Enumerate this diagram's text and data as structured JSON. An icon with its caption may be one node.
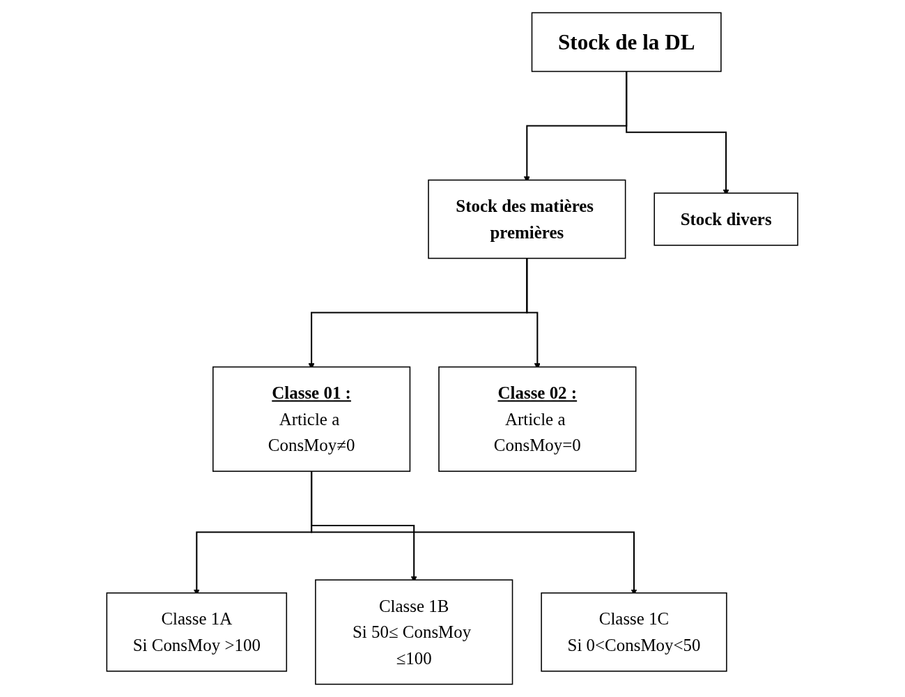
{
  "diagram": {
    "nodes": [
      {
        "text": [
          "Stock de la DL"
        ]
      },
      {
        "text": [
          "Stock des matières premières"
        ]
      },
      {
        "text": [
          "Stock divers"
        ]
      },
      {
        "text": [
          "Classe 01 :",
          "Article a ConsMoy≠0"
        ]
      },
      {
        "text": [
          "Classe 02 :",
          "Article a ConsMoy=0"
        ]
      },
      {
        "text": [
          "Classe 1A",
          "Si ConsMoy >100"
        ]
      },
      {
        "text": [
          "Classe 1B",
          "Si 50≤ ConsMoy ≤100"
        ]
      },
      {
        "text": [
          "Classe 1C",
          "Si 0<ConsMoy<50"
        ]
      }
    ],
    "edges": [
      {
        "from": 0,
        "to": 1,
        "arrow": "to"
      },
      {
        "from": 0,
        "to": 2,
        "arrow": "to"
      },
      {
        "from": 1,
        "to": 3,
        "arrow": "to"
      },
      {
        "from": 1,
        "to": 4,
        "arrow": "to"
      },
      {
        "from": 3,
        "to": 5,
        "arrow": "to"
      },
      {
        "from": 3,
        "to": 6,
        "arrow": "to"
      },
      {
        "from": 3,
        "to": 7,
        "arrow": "to"
      }
    ]
  }
}
